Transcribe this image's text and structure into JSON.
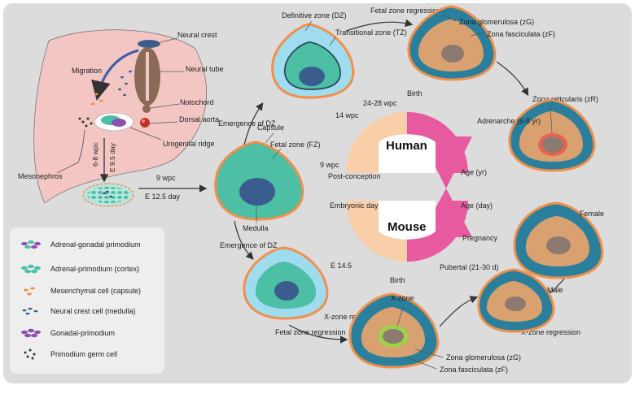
{
  "embryo": {
    "neural_crest": "Neural crest",
    "neural_tube": "Neural tube",
    "migration": "Migration",
    "notochord": "Notochord",
    "dorsal_aorta": "Dorsal aorta",
    "urogenital_ridge": "Urogenital ridge",
    "mesonephros": "Mesonephros",
    "wpc_6_8": "6-8 wpc",
    "e_9_5": "E 9.5 day"
  },
  "early": {
    "wpc_9": "9 wpc",
    "e_12_5": "E 12.5 day",
    "capsule": "Capsule",
    "fetal_zone": "Fetal zone (FZ)",
    "medulla": "Medulla"
  },
  "human": {
    "emergence_dz": "Emergence of DZ",
    "definitive_zone": "Definitive zone (DZ)",
    "transitional_zone": "Transitional zone (TZ)",
    "fetal_regression": "Fetal zone regression",
    "zona_glomerulosa": "Zona glomerulosa (zG)",
    "zona_fasciculata": "Zona fasciculata (zF)",
    "zona_reticularis": "Zona reticularis (zR)"
  },
  "wheel": {
    "human_label": "Human",
    "mouse_label": "Mouse",
    "birth_top": "Birth",
    "wpc_24_28": "24-28 wpc",
    "wpc_14": "14 wpc",
    "wpc_9": "9 wpc",
    "post_conception": "Post-conception",
    "adrenarche": "Adrenarche (6-8 yr)",
    "age_yr": "Age (yr)",
    "age_day": "Age (day)",
    "embryonic_day": "Embryonic day",
    "pregnancy": "Pregnancy",
    "e14_5": "E 14.5",
    "pubertal": "Pubertal (21-30 d)",
    "birth_bottom": "Birth"
  },
  "mouse": {
    "emergence_dz": "Emergence of DZ",
    "x_zone": "X-zone",
    "x_zone_retention": "X-zone retention",
    "fetal_regression": "Fetal zone regression",
    "zona_glomerulosa": "Zona glomerulosa (zG)",
    "zona_fasciculata": "Zona fasciculata (zF)",
    "x_zone_regression": "X-zone regression",
    "male": "Male",
    "female": "Female"
  },
  "legend": {
    "items": [
      "Adrenal-gonadal primodium",
      "Adrenal-primodium (cortex)",
      "Mesenchymal cell (capsule)",
      "Neural crest cell (medulla)",
      "Gonadal-primodium",
      "Primodium germ cell"
    ]
  },
  "colors": {
    "panel_bg": "#dcdcdd",
    "capsule_orange": "#f0904a",
    "definitive_zone": "#9fdcef",
    "fetal_zone_green": "#4cbfa5",
    "medulla_blue": "#3b5d8e",
    "zg_blue": "#2a7f9c",
    "zf_tan": "#d9a070",
    "zr_red": "#e8634f",
    "medulla_taupe": "#8c7a70",
    "xzone_green": "#9ed04a",
    "human_pink": "#e85aa0",
    "mouse_peach": "#f8cfa8",
    "embryo_pink": "#f3c6c3"
  }
}
